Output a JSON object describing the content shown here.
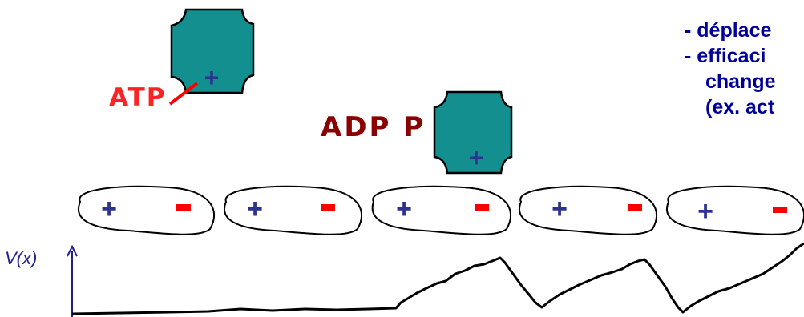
{
  "labels": {
    "atp": "ATP",
    "adp_p": "ADP P",
    "axis_v": "V(x)",
    "plus": "+",
    "minus": "-"
  },
  "bullets": [
    {
      "dash": "-",
      "text": "déplace"
    },
    {
      "dash": "-",
      "text": "efficaci"
    },
    {
      "dash": "",
      "text": "change"
    },
    {
      "dash": "",
      "text": "(ex. act"
    }
  ],
  "colors": {
    "motor": "#138f8f",
    "plus": "#2e3192",
    "minus": "#ff0000",
    "label_atp": "#ff2222",
    "label_adp": "#8b0000",
    "bullet_text": "#000099",
    "axis": "#1f1f8f"
  }
}
